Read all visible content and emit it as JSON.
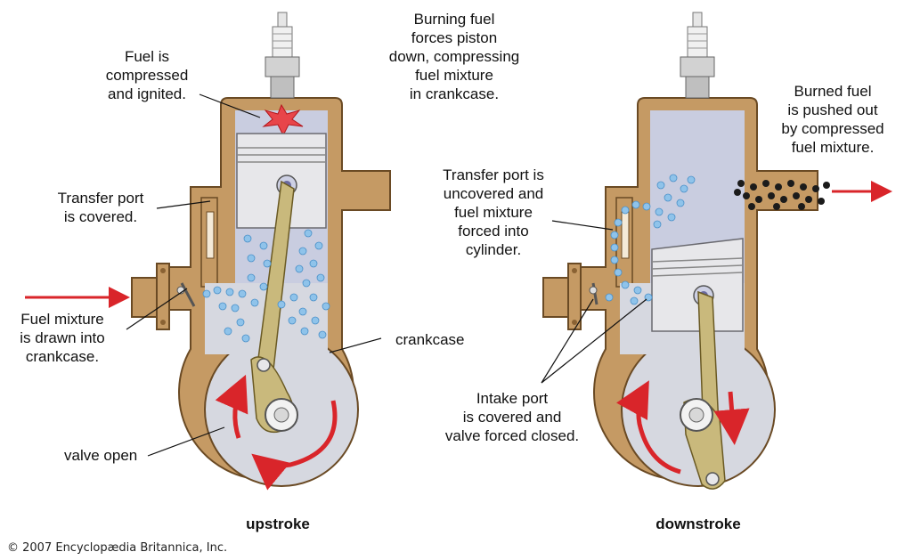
{
  "labels": {
    "fuel_compressed": "Fuel is\ncompressed\nand ignited.",
    "burning_fuel": "Burning fuel\nforces piston\ndown, compressing\nfuel mixture\nin crankcase.",
    "burned_fuel": "Burned fuel\nis pushed out\nby compressed\nfuel mixture.",
    "transfer_covered": "Transfer port\nis covered.",
    "transfer_uncovered": "Transfer port is\nuncovered and\nfuel mixture\nforced into\ncylinder.",
    "fuel_mixture_drawn": "Fuel mixture\nis drawn into\ncrankcase.",
    "crankcase": "crankcase",
    "valve_open": "valve open",
    "intake_covered": "Intake port\nis covered and\nvalve forced closed.",
    "upstroke": "upstroke",
    "downstroke": "downstroke"
  },
  "credit": "© 2007 Encyclopædia Britannica, Inc.",
  "colors": {
    "casing": "#c59a64",
    "casing_outline": "#6a4a24",
    "cylinder_interior": "#c9cde0",
    "piston": "#e7e7ea",
    "fuel_bubble": "#8fc3ea",
    "exhaust_particle": "#1b1b1b",
    "arrow": "#d9252a",
    "spark": "#e8454a"
  }
}
